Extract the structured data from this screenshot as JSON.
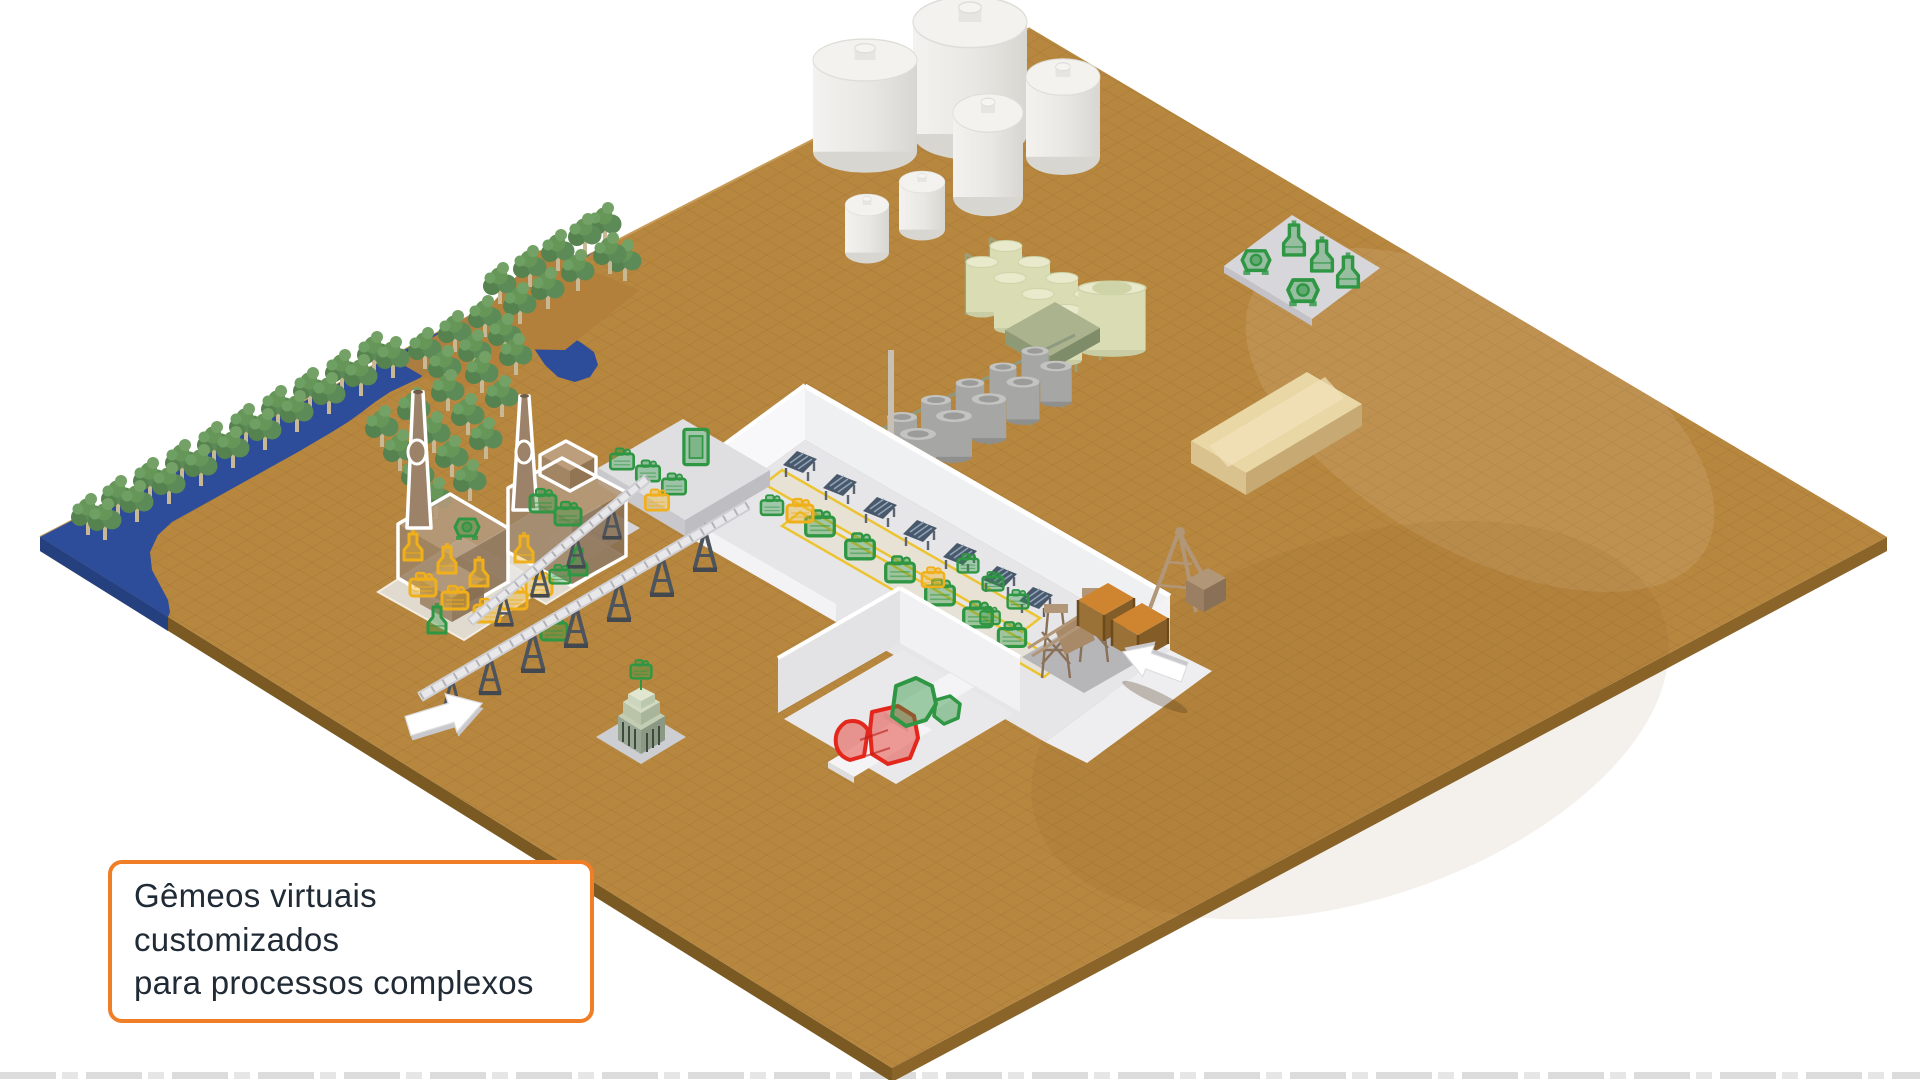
{
  "annotation": {
    "line1": "Gêmeos virtuais customizados",
    "line2": "para processos complexos",
    "border_color": "#F07E26",
    "background": "#FFFFFF",
    "text_color": "#212B36"
  },
  "scene": {
    "background": "#FFFFFF",
    "terrain": {
      "top_color": "#B8873F",
      "side_color": "#8A6428",
      "grid": true
    },
    "water_color": "#2D4D9B",
    "status_colors": {
      "normal": "#2F9643",
      "attention": "#F0B01C",
      "alert": "#E3271D"
    },
    "objects": {
      "storage_tanks": 6,
      "chimneys": 2,
      "ore_bins": 2,
      "equipment_pad_icons": 5,
      "flow_arrows": 2
    }
  }
}
